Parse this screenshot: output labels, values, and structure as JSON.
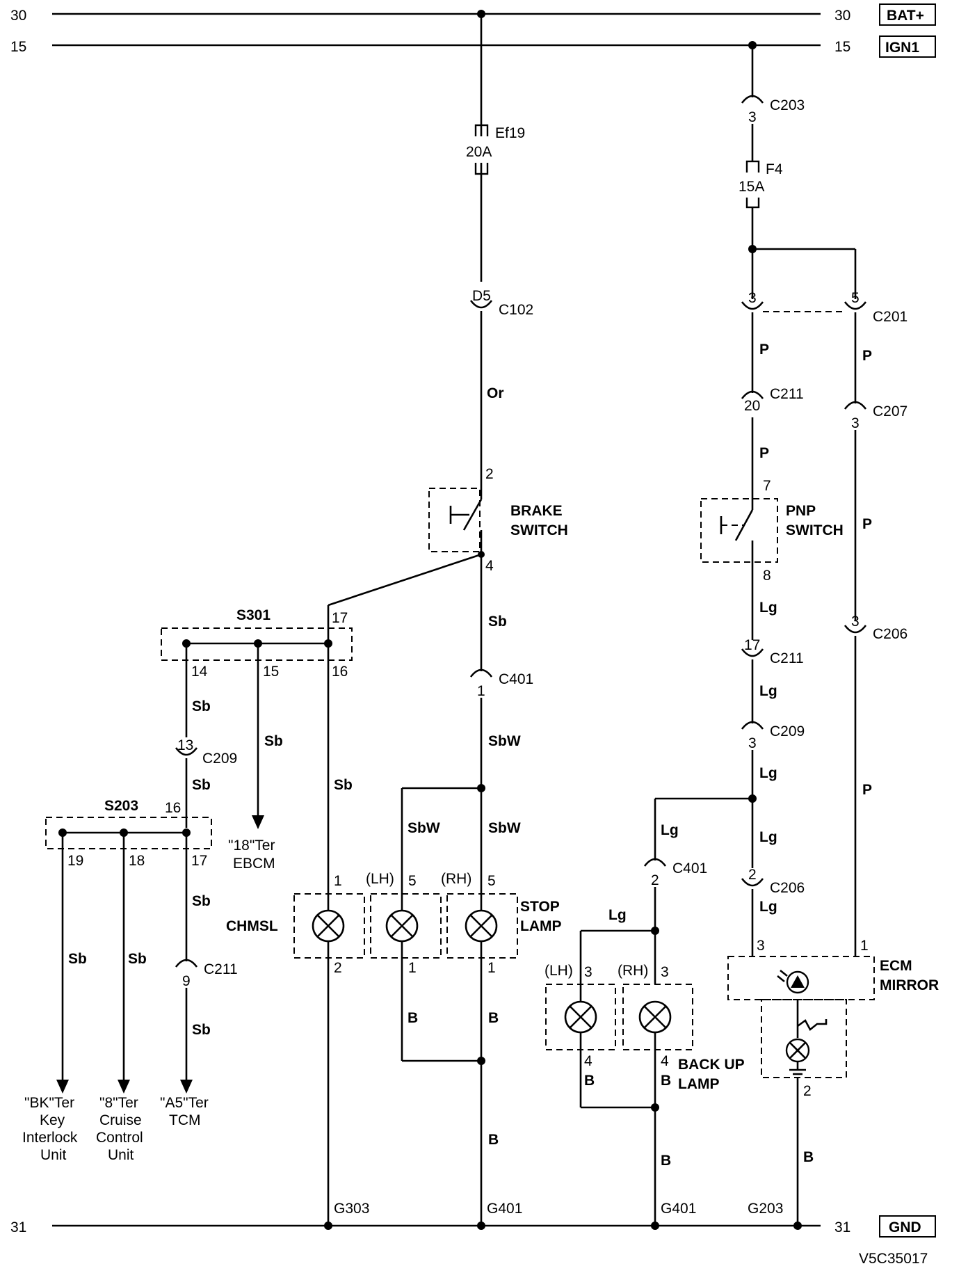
{
  "rails": {
    "bat_left": "30",
    "bat_right": "30",
    "bat_label": "BAT+",
    "ign_left": "15",
    "ign_right": "15",
    "ign_label": "IGN1",
    "gnd_left": "31",
    "gnd_right": "31",
    "gnd_label": "GND"
  },
  "fuses": {
    "ef19": {
      "name": "Ef19",
      "rating": "20A"
    },
    "f4": {
      "name": "F4",
      "rating": "15A"
    }
  },
  "connectors": {
    "c203": {
      "name": "C203",
      "pin": "3"
    },
    "c102": {
      "name": "C102",
      "pin": "D5"
    },
    "c201": {
      "name": "C201",
      "pin_a": "3",
      "pin_b": "5"
    },
    "c211_top": {
      "name": "C211",
      "pin": "20"
    },
    "c207": {
      "name": "C207",
      "pin": "3"
    },
    "c211_mid": {
      "name": "C211",
      "pin": "17"
    },
    "c206_top": {
      "name": "C206",
      "pin": "3"
    },
    "c209_right": {
      "name": "C209",
      "pin": "3"
    },
    "c206_bot": {
      "name": "C206",
      "pin": "2"
    },
    "c401_mid": {
      "name": "C401",
      "pin": "1"
    },
    "c401_right": {
      "name": "C401",
      "pin": "2"
    },
    "c209_left": {
      "name": "C209",
      "pin": "13"
    },
    "c211_left": {
      "name": "C211",
      "pin": "9"
    }
  },
  "wires": {
    "or": "Or",
    "sb": "Sb",
    "sbw": "SbW",
    "b": "B",
    "p": "P",
    "lg": "Lg"
  },
  "components": {
    "brake_switch": {
      "line1": "BRAKE",
      "line2": "SWITCH",
      "pin_top": "2",
      "pin_bot": "4"
    },
    "pnp_switch": {
      "line1": "PNP",
      "line2": "SWITCH",
      "pin_top": "7",
      "pin_bot": "8"
    },
    "chmsl": {
      "label": "CHMSL",
      "pin_top": "1",
      "pin_bot": "2"
    },
    "stop_lamp": {
      "line1": "STOP",
      "line2": "LAMP",
      "lh": "(LH)",
      "rh": "(RH)",
      "pin_top": "5",
      "pin_bot": "1"
    },
    "backup_lamp": {
      "line1": "BACK UP",
      "line2": "LAMP",
      "lh": "(LH)",
      "rh": "(RH)",
      "pin_top": "3",
      "pin_bot": "4"
    },
    "ecm_mirror": {
      "line1": "ECM",
      "line2": "MIRROR",
      "pin_a": "3",
      "pin_b": "1",
      "pin_gnd": "2"
    }
  },
  "splices": {
    "s301": {
      "name": "S301",
      "p17": "17",
      "p14": "14",
      "p15": "15",
      "p16": "16"
    },
    "s203": {
      "name": "S203",
      "p16": "16",
      "p19": "19",
      "p18": "18",
      "p17": "17"
    }
  },
  "destinations": {
    "ebcm": {
      "line1": "\"18\"Ter",
      "line2": "EBCM"
    },
    "key_interlock": {
      "line1": "\"BK\"Ter",
      "line2": "Key",
      "line3": "Interlock",
      "line4": "Unit"
    },
    "cruise": {
      "line1": "\"8\"Ter",
      "line2": "Cruise",
      "line3": "Control",
      "line4": "Unit"
    },
    "tcm": {
      "line1": "\"A5\"Ter",
      "line2": "TCM"
    }
  },
  "grounds": {
    "g303": "G303",
    "g401a": "G401",
    "g401b": "G401",
    "g203": "G203"
  },
  "figure_id": "V5C35017"
}
